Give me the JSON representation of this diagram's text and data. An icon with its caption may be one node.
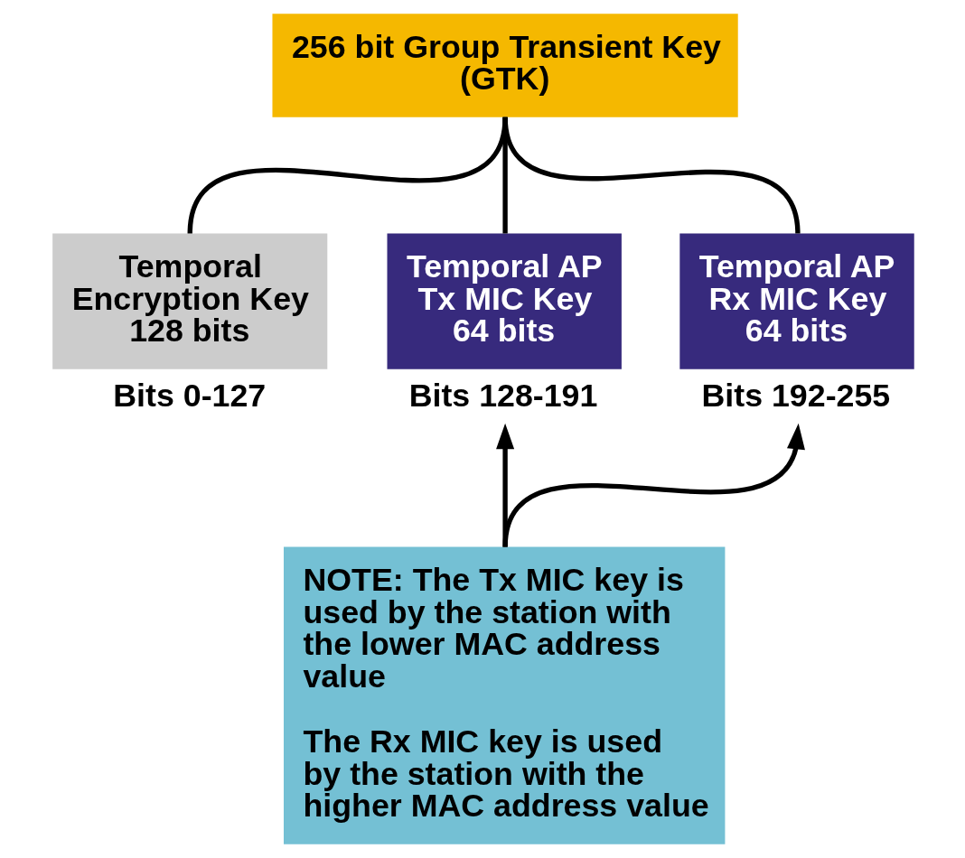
{
  "diagram": {
    "nodes": [
      {
        "text": [
          "256 bit Group Transient Key (GTK)"
        ]
      },
      {
        "text": [
          "Temporal Encryption Key 128 bits"
        ],
        "beside": [
          "Bits 0-127"
        ]
      },
      {
        "text": [
          "Temporal AP Tx MIC Key 64 bits"
        ],
        "beside": [
          "Bits 128-191"
        ]
      },
      {
        "text": [
          "Temporal AP Rx MIC Key 64 bits"
        ],
        "beside": [
          "Bits 192-255"
        ]
      },
      {
        "text": [
          "NOTE: The Tx MIC key is used by the station with the lower MAC address value",
          "The Rx MIC key is used by the station with the higher MAC address value"
        ]
      }
    ],
    "edges": [
      {
        "from": 0,
        "to": 1,
        "arrow": "none"
      },
      {
        "from": 0,
        "to": 2,
        "arrow": "none"
      },
      {
        "from": 0,
        "to": 3,
        "arrow": "none"
      },
      {
        "from": 4,
        "to": 2,
        "arrow": "to"
      },
      {
        "from": 4,
        "to": 3,
        "arrow": "to"
      }
    ]
  }
}
